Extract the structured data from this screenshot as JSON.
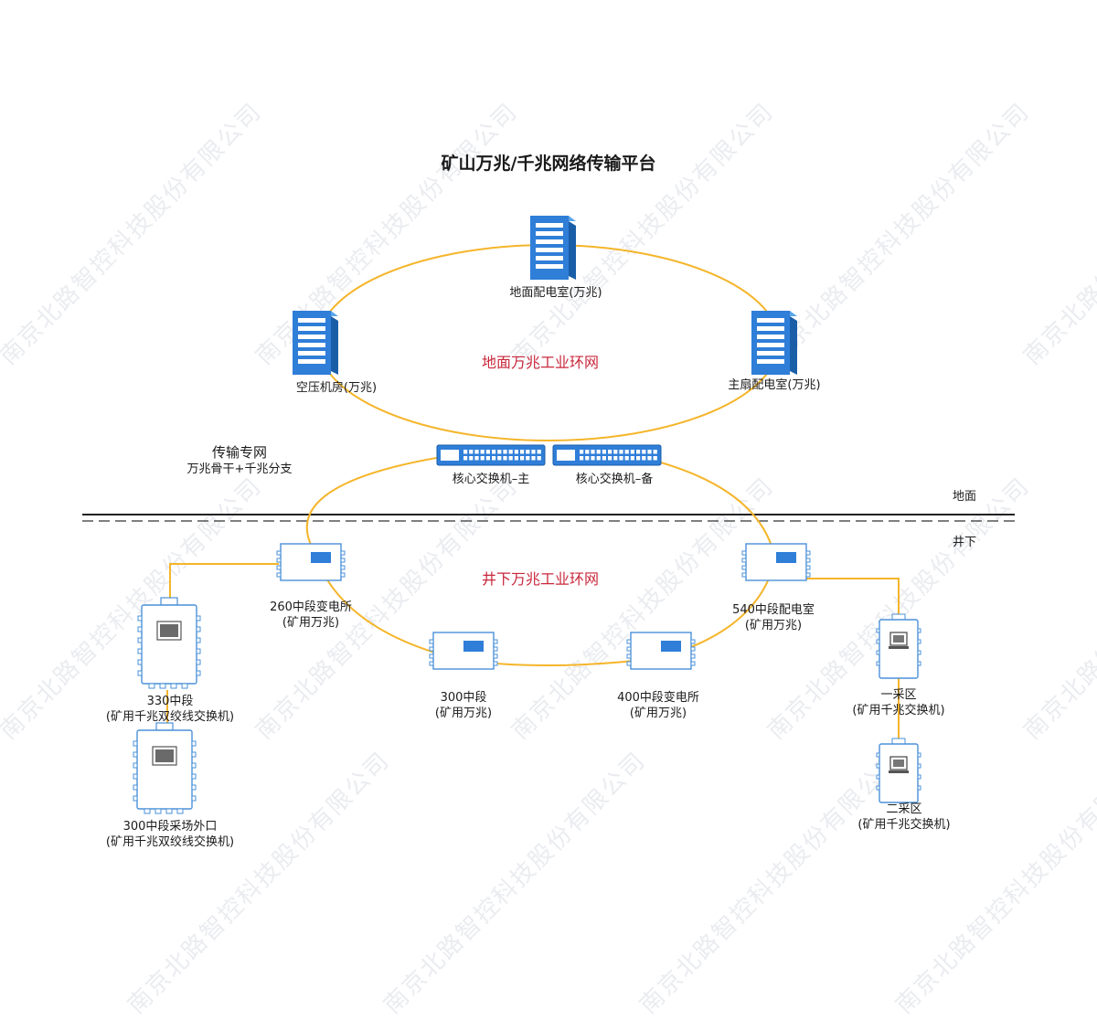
{
  "title": "矿山万兆/千兆网络传输平台",
  "network": {
    "name": "传输专网",
    "desc": "万兆骨干+千兆分支"
  },
  "rings": {
    "surface": "地面万兆工业环网",
    "underground": "井下万兆工业环网"
  },
  "zones": {
    "surface": "地面",
    "underground": "井下"
  },
  "nodes": {
    "surface_power": "地面配电室(万兆)",
    "compressor": "空压机房(万兆)",
    "main_fan": "主扇配电室(万兆)",
    "core_main": "核心交换机–主",
    "core_backup": "核心交换机–备",
    "s260": {
      "line1": "260中段变电所",
      "line2": "(矿用万兆)"
    },
    "s540": {
      "line1": "540中段配电室",
      "line2": "(矿用万兆)"
    },
    "s300": {
      "line1": "300中段",
      "line2": "(矿用万兆)"
    },
    "s400": {
      "line1": "400中段变电所",
      "line2": "(矿用万兆)"
    },
    "s330": {
      "line1": "330中段",
      "line2": "(矿用千兆双绞线交换机)"
    },
    "s300yard": {
      "line1": "300中段采场外口",
      "line2": "(矿用千兆双绞线交换机)"
    },
    "area1": {
      "line1": "一采区",
      "line2": "(矿用千兆交换机)"
    },
    "area2": {
      "line1": "二采区",
      "line2": "(矿用千兆交换机)"
    }
  },
  "watermark": "南京北路智控科技股份有限公司",
  "colors": {
    "link": "#f5b52a",
    "server": "#2f7ed8",
    "device_stroke": "#4a90d9",
    "ring_title": "#c8283c"
  }
}
